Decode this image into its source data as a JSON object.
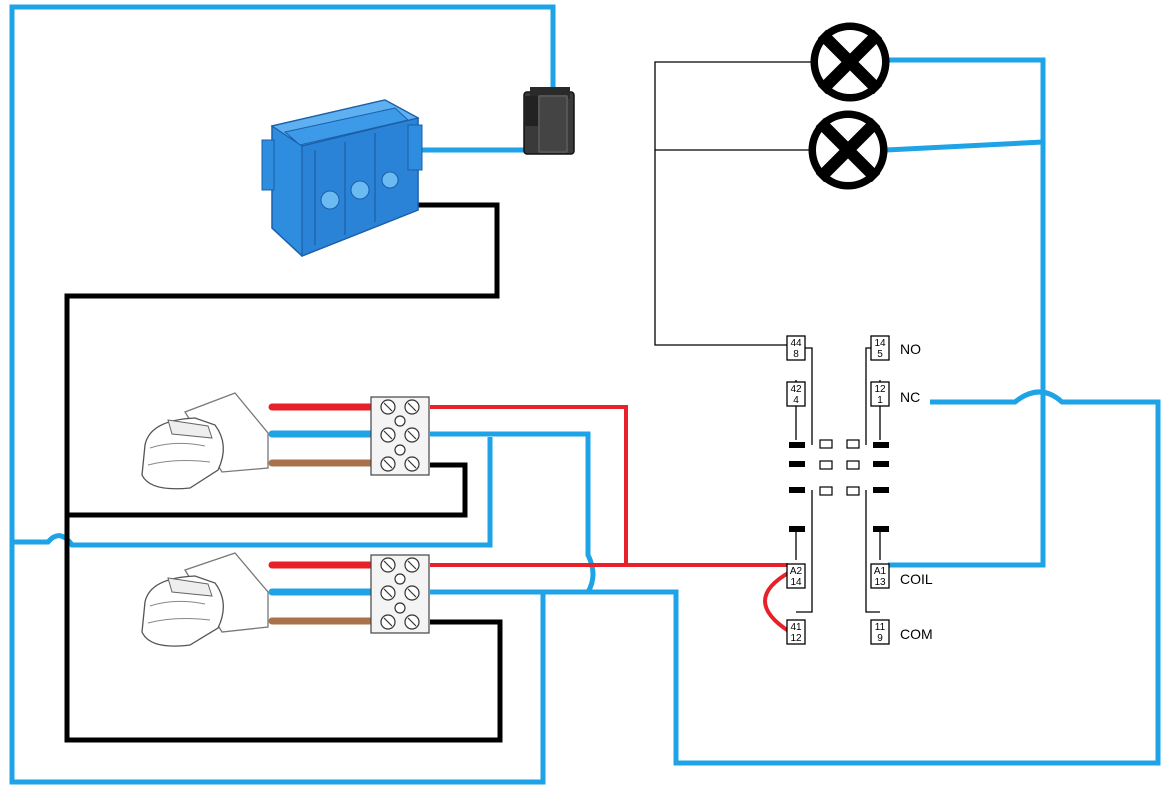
{
  "colors": {
    "live_wire": "#1ea3e6",
    "neutral_wire": "#000000",
    "sensor_red": "#e8202a",
    "sensor_brown": "#a8734a",
    "junction_box": "#2f8de0"
  },
  "relay": {
    "left_pins": [
      {
        "top": "44",
        "bottom": "8"
      },
      {
        "top": "42",
        "bottom": "4"
      },
      {
        "top": "A2",
        "bottom": "14"
      },
      {
        "top": "41",
        "bottom": "12"
      }
    ],
    "right_pins": [
      {
        "top": "14",
        "bottom": "5"
      },
      {
        "top": "12",
        "bottom": "1"
      },
      {
        "top": "A1",
        "bottom": "13"
      },
      {
        "top": "11",
        "bottom": "9"
      }
    ],
    "labels": {
      "no": "NO",
      "nc": "NC",
      "coil": "COIL",
      "com": "COM"
    }
  },
  "components": {
    "lamp_icon": "lamp-cross-icon",
    "switch_icon": "wall-switch-icon",
    "junction_box_icon": "flush-box-icon",
    "sensor_icon": "motion-sensor-icon",
    "terminal_icon": "terminal-block-icon"
  }
}
